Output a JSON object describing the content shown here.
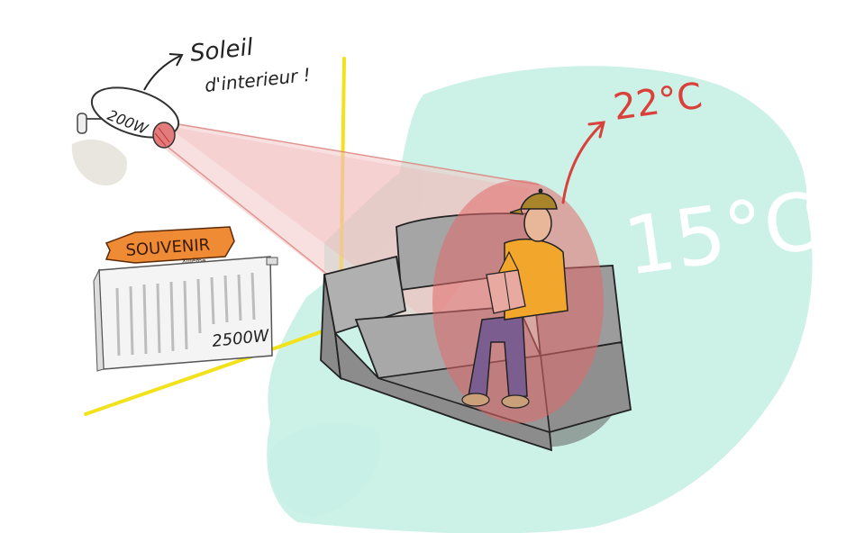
{
  "annotation": {
    "line1": "Soleil",
    "line2": "d'interieur !"
  },
  "lamp": {
    "label": "200W"
  },
  "radiator": {
    "label": "2500W"
  },
  "sign": {
    "label": "SOUVENIR",
    "sub": "XIIIème"
  },
  "temperatures": {
    "warm": "22°C",
    "room": "15°C"
  },
  "colors": {
    "mint": "#c9f0e6",
    "warm_zone": "#e26a6a",
    "heat_red": "#d9413a",
    "wall_line": "#f2e21c",
    "sign": "#f08b35",
    "sofa": "#9e9e9e",
    "shirt": "#f2a62b",
    "pants": "#7b5d8f",
    "cap": "#a8842a",
    "room_temp": "#ffffff"
  }
}
